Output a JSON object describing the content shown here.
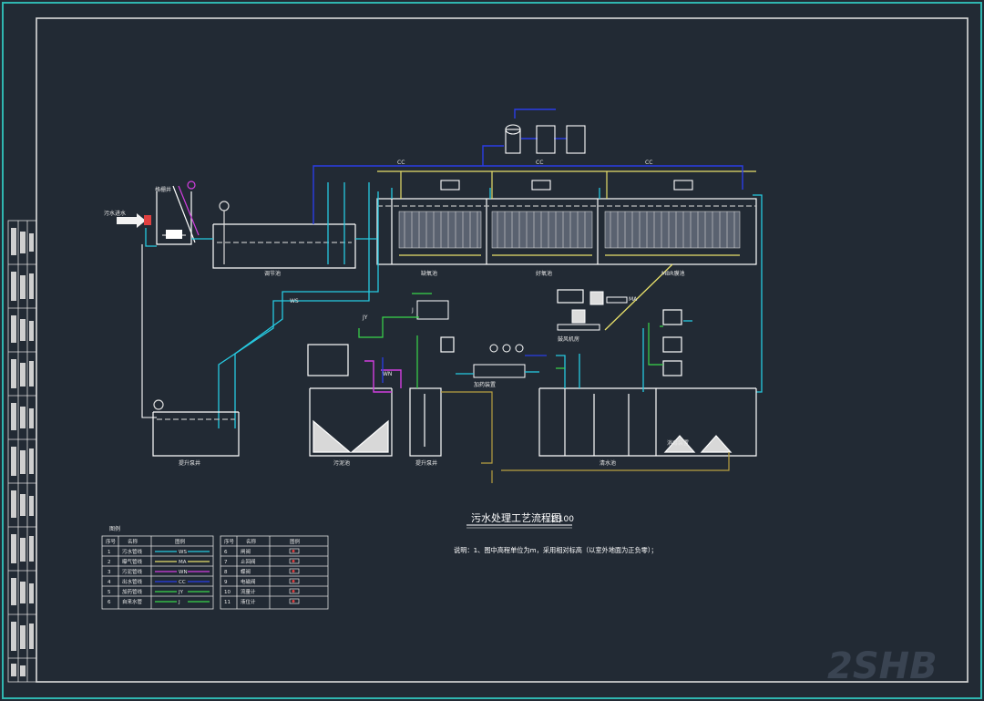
{
  "drawing": {
    "title": "污水处理工艺流程图",
    "scale": "1:100",
    "note": "说明：1、图中高程单位为m，采用相对标高（以室外地面为正负零）；",
    "watermark": "2SHB"
  },
  "units": {
    "grille_well": "格栅井",
    "equalization_tank": "调节池",
    "anoxic_tank": "缺氧池",
    "aerobic_tank": "好氧池",
    "mbr_tank": "MBR膜池",
    "sludge_tank": "污泥池",
    "clear_water_tank": "清水池",
    "pump_well": "提升泵井",
    "dosing_unit": "加药装置",
    "blower_room": "鼓风机房",
    "disinfection": "消毒装置",
    "inflow_label": "污水进水"
  },
  "line_codes": {
    "cc": "CC",
    "ws": "WS",
    "ma": "MA",
    "jy": "JY",
    "j": "J",
    "wn": "WN"
  },
  "legend_left": {
    "header": "图例",
    "col_no": "序号",
    "col_name": "名称",
    "col_symbol": "图例",
    "rows": [
      {
        "no": "1",
        "name": "污水管线",
        "code": "WS",
        "color": "#27c9e0"
      },
      {
        "no": "2",
        "name": "曝气管线",
        "code": "MA",
        "color": "#e8e06a"
      },
      {
        "no": "3",
        "name": "污泥管线",
        "code": "WN",
        "color": "#d23ee0"
      },
      {
        "no": "4",
        "name": "出水管线",
        "code": "CC",
        "color": "#2a3de6"
      },
      {
        "no": "5",
        "name": "加药管线",
        "code": "JY",
        "color": "#3ad84a"
      },
      {
        "no": "6",
        "name": "自来水管",
        "code": "J",
        "color": "#3ad84a"
      }
    ]
  },
  "legend_right": {
    "col_no": "序号",
    "col_name": "名称",
    "col_symbol": "图例",
    "rows": [
      {
        "no": "6",
        "name": "闸阀"
      },
      {
        "no": "7",
        "name": "止回阀"
      },
      {
        "no": "8",
        "name": "蝶阀"
      },
      {
        "no": "9",
        "name": "电磁阀"
      },
      {
        "no": "10",
        "name": "流量计"
      },
      {
        "no": "11",
        "name": "液位计"
      }
    ]
  },
  "colors": {
    "background": "#222a34",
    "frame": "#dcdcdc",
    "outer_border": "#2fb6b0",
    "sewage": "#27c9e0",
    "air": "#e8e06a",
    "sludge": "#d23ee0",
    "effluent": "#2a3de6",
    "dosing": "#3ad84a",
    "structure": "#ffffff"
  }
}
